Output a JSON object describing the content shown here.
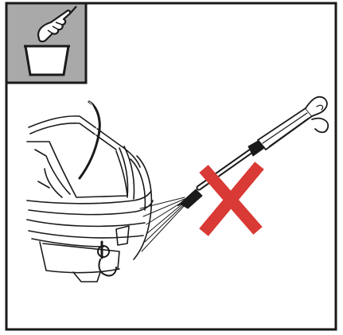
{
  "figure": {
    "kind": "instruction-illustration",
    "badge_icon": "hand-into-bucket-icon",
    "subject": "car-rear-tow-hitch",
    "tool": "pressure-washer-lance",
    "verdict_mark": "prohibited-cross-icon",
    "colors": {
      "outline": "#1a1a1a",
      "badge_background": "#a9a9a9",
      "cross": "#d93a35",
      "page": "#ffffff"
    }
  }
}
